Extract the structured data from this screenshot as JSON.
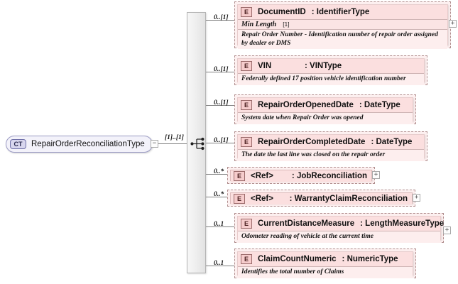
{
  "diagram": {
    "kind": "xsd-schema-diagram",
    "root": {
      "badge": "CT",
      "name": "RepairOrderReconciliationType",
      "collapse_toggle": "−",
      "cardinality": "[1]..[1]"
    },
    "compositor": {
      "type": "sequence",
      "icon": "sequence-icon"
    },
    "elements": [
      {
        "badge": "E",
        "name": "DocumentID",
        "type": ": IdentifierType",
        "cardinality": "0..[1]",
        "facet_name": "Min Length",
        "facet_value": "[1]",
        "documentation": "Repair Order Number - Identification number of repair order assigned by dealer or DMS",
        "expander": "+"
      },
      {
        "badge": "E",
        "name": "VIN",
        "type": ": VINType",
        "cardinality": "0..[1]",
        "documentation": "Federally defined 17 position vehicle identification number"
      },
      {
        "badge": "E",
        "name": "RepairOrderOpenedDate",
        "type": ": DateType",
        "cardinality": "0..[1]",
        "documentation": "System date when Repair Order was opened"
      },
      {
        "badge": "E",
        "name": "RepairOrderCompletedDate",
        "type": ": DateType",
        "cardinality": "0..[1]",
        "documentation": "The date the last line was closed on the repair order"
      },
      {
        "badge": "E",
        "name": "<Ref>",
        "type": ": JobReconciliation",
        "cardinality": "0..*",
        "expander": "+"
      },
      {
        "badge": "E",
        "name": "<Ref>",
        "type": ": WarrantyClaimReconciliation",
        "cardinality": "0..*",
        "expander": "+"
      },
      {
        "badge": "E",
        "name": "CurrentDistanceMeasure",
        "type": ": LengthMeasureType",
        "cardinality": "0..1",
        "documentation": "Odometer reading of vehicle at the current time",
        "expander": "+"
      },
      {
        "badge": "E",
        "name": "ClaimCountNumeric",
        "type": ": NumericType",
        "cardinality": "0..1",
        "documentation": "Identifies the total number of Claims"
      }
    ]
  },
  "colors": {
    "element_fill": "#fdeeee",
    "element_header": "#fbdfdf",
    "element_border": "#b08e8e",
    "root_fill": "#f3f2fa",
    "root_border": "#9b9bc4",
    "connector": "#808080",
    "bar_fill": "#ededed"
  }
}
